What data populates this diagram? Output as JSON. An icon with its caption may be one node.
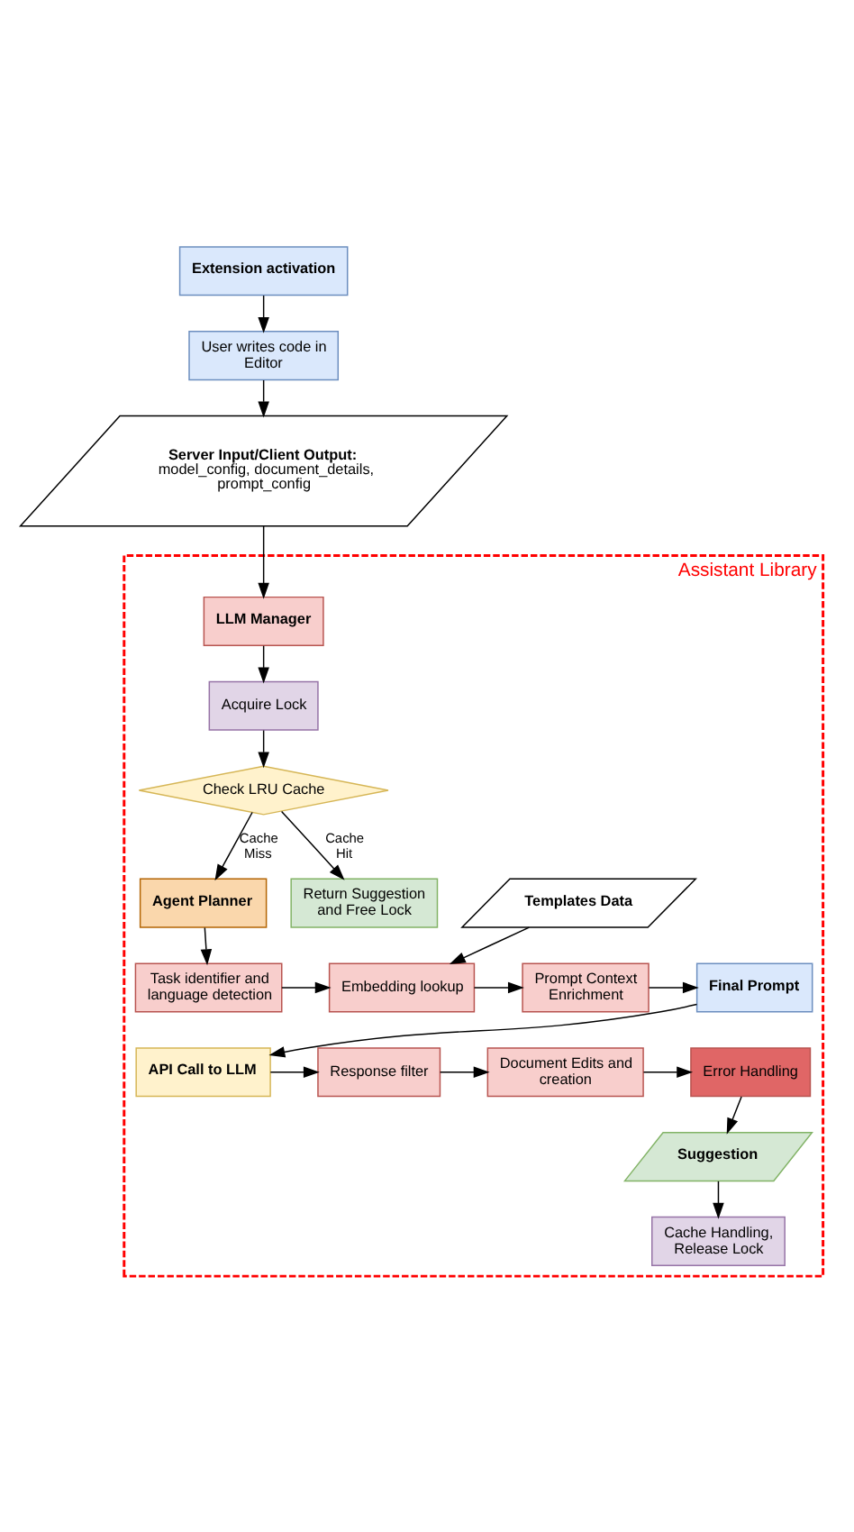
{
  "diagram": {
    "nodes": [
      {
        "text": [
          "Extension activation"
        ]
      },
      {
        "text": [
          "User writes code in Editor"
        ]
      },
      {
        "text": [
          "**Server Input/Client Output:** model_config, document_details, prompt_config"
        ]
      },
      {
        "text": [
          "Assistant Library"
        ]
      },
      {
        "text": [
          "LLM Manager"
        ],
        "in": 3
      },
      {
        "text": [
          "Acquire Lock"
        ],
        "in": 3
      },
      {
        "text": [
          "Check LRU Cache"
        ],
        "in": 3
      },
      {
        "text": [
          "Return Suggestion and Free Lock"
        ],
        "in": 3
      },
      {
        "text": [
          "Agent Planner"
        ],
        "in": 3
      },
      {
        "text": [
          "Templates Data"
        ],
        "in": 3
      },
      {
        "text": [
          "Task identifier and language detection"
        ],
        "in": 3
      },
      {
        "text": [
          "Embedding lookup"
        ],
        "in": 3
      },
      {
        "text": [
          "Prompt Context Enrichment"
        ],
        "in": 3
      },
      {
        "text": [
          "Final Prompt"
        ],
        "in": 3
      },
      {
        "text": [
          "API Call to LLM"
        ],
        "in": 3
      },
      {
        "text": [
          "Response filter"
        ],
        "in": 3
      },
      {
        "text": [
          "Document Edits and creation"
        ],
        "in": 3
      },
      {
        "text": [
          "Error Handling"
        ],
        "in": 3
      },
      {
        "text": [
          "Suggestion"
        ],
        "in": 3
      },
      {
        "text": [
          "Cache Handling, Release Lock"
        ],
        "in": 3
      }
    ],
    "edges": [
      {
        "from": 0,
        "to": 1,
        "arrow": "to"
      },
      {
        "from": 1,
        "to": 2,
        "arrow": "to"
      },
      {
        "from": 2,
        "to": 4,
        "arrow": "to"
      },
      {
        "from": 4,
        "to": 5,
        "arrow": "to"
      },
      {
        "from": 5,
        "to": 6,
        "arrow": "to"
      },
      {
        "from": 6,
        "to": 7,
        "arrow": "to",
        "label": "Cache Hit"
      },
      {
        "from": 6,
        "to": 8,
        "arrow": "to",
        "label": "Cache Miss"
      },
      {
        "from": 8,
        "to": 10,
        "arrow": "to"
      },
      {
        "from": 9,
        "to": 11,
        "arrow": "to"
      },
      {
        "from": 10,
        "to": 11,
        "arrow": "to"
      },
      {
        "from": 11,
        "to": 12,
        "arrow": "to"
      },
      {
        "from": 12,
        "to": 13,
        "arrow": "to"
      },
      {
        "from": 13,
        "to": 14,
        "arrow": "to"
      },
      {
        "from": 14,
        "to": 15,
        "arrow": "to"
      },
      {
        "from": 15,
        "to": 16,
        "arrow": "to"
      },
      {
        "from": 16,
        "to": 17,
        "arrow": "to"
      },
      {
        "from": 17,
        "to": 18,
        "arrow": "to"
      },
      {
        "from": 18,
        "to": 19,
        "arrow": "to"
      }
    ]
  }
}
